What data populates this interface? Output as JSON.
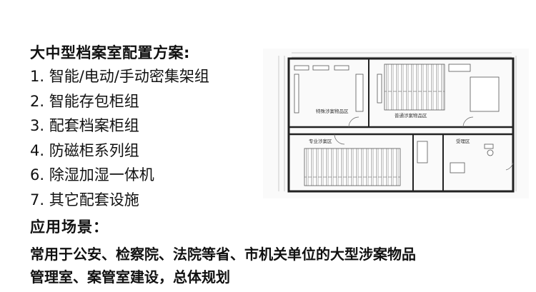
{
  "heading": "大中型档案室配置方案:",
  "items": [
    "1. 智能/电动/手动密集架组",
    "2. 智能存包柜组",
    "3. 配套档案柜组",
    "4. 防磁柜系列组",
    "6. 除湿加湿一体机",
    "7. 其它配套设施"
  ],
  "application": {
    "title": "应用场景：",
    "line1": "常用于公安、检察院、法院等省、市机关单位的大型涉案物品",
    "line2": "管理室、案管室建设，总体规划"
  },
  "floorplan": {
    "room_labels": [
      "特殊涉案物品区",
      "普通涉案物品区",
      "专业涉案区",
      "受理区"
    ]
  }
}
